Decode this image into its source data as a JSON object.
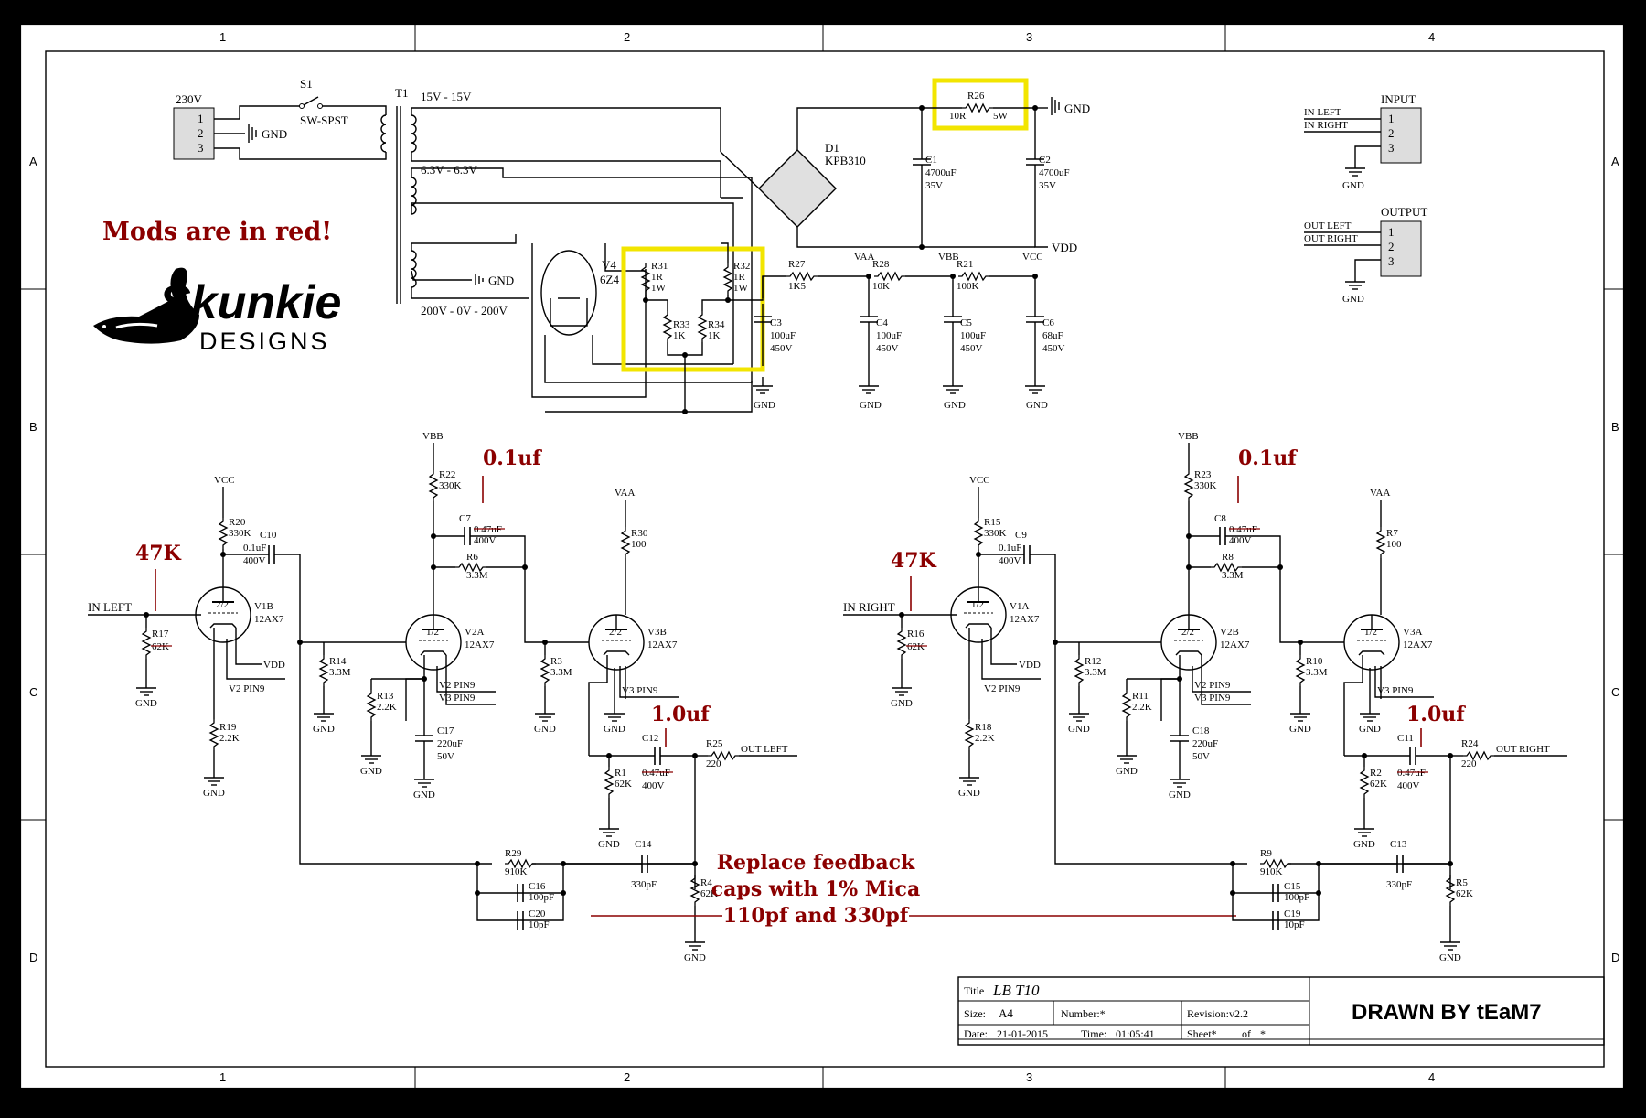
{
  "frame": {
    "columns": [
      "1",
      "2",
      "3",
      "4"
    ],
    "rows": [
      "A",
      "B",
      "C",
      "D"
    ]
  },
  "annotations": {
    "mods_note": "Mods are in red!",
    "r17_mod": "47K",
    "r16_mod": "47K",
    "c7_mod": "0.1uf",
    "c8_mod": "0.1uf",
    "c12_mod": "1.0uf",
    "c11_mod": "1.0uf",
    "feedback_line1": "Replace feedback",
    "feedback_line2": "caps with 1% Mica",
    "feedback_line3": "110pf and 330pf"
  },
  "logo": {
    "brand": "Skunkie",
    "sub": "DESIGNS"
  },
  "power": {
    "mains": "230V",
    "switch": "S1",
    "switch_type": "SW-SPST",
    "transformer": "T1",
    "tap1": "15V - 15V",
    "tap2": "6.3V - 6.3V",
    "tap3": "200V - 0V - 200V",
    "bridge": "D1",
    "bridge_type": "KPB310",
    "r26": "R26",
    "r26_val": "10R",
    "r26_w": "5W",
    "c1": "C1",
    "c1_val": "4700uF",
    "c1_v": "35V",
    "c2": "C2",
    "c2_val": "4700uF",
    "c2_v": "35V",
    "vdd": "VDD",
    "v4": "V4",
    "v4_type": "6Z4",
    "r31": "R31",
    "r31_val": "1R",
    "r31_w": "1W",
    "r32": "R32",
    "r32_val": "1R",
    "r32_w": "1W",
    "r33": "R33",
    "r33_val": "1K",
    "r34": "R34",
    "r34_val": "1K",
    "r27": "R27",
    "r27_val": "1K5",
    "r28": "R28",
    "r28_val": "10K",
    "r21": "R21",
    "r21_val": "100K",
    "vaa": "VAA",
    "vbb": "VBB",
    "vcc": "VCC",
    "c3": "C3",
    "c3_val": "100uF",
    "c3_v": "450V",
    "c4": "C4",
    "c4_val": "100uF",
    "c4_v": "450V",
    "c5": "C5",
    "c5_val": "100uF",
    "c5_v": "450V",
    "c6": "C6",
    "c6_val": "68uF",
    "c6_v": "450V",
    "gnd": "GND"
  },
  "connectors": {
    "input": "INPUT",
    "in_left": "IN LEFT",
    "in_right": "IN RIGHT",
    "output": "OUTPUT",
    "out_left": "OUT LEFT",
    "out_right": "OUT RIGHT",
    "pin1": "1",
    "pin2": "2",
    "pin3": "3"
  },
  "left_channel": {
    "in": "IN LEFT",
    "vcc": "VCC",
    "vbb": "VBB",
    "vaa": "VAA",
    "r20": "R20",
    "r20_val": "330K",
    "c10": "C10",
    "c10_val": "0.1uF",
    "c10_v": "400V",
    "v1b": "V1B",
    "v1b_type": "12AX7",
    "half1": "2/2",
    "r17": "R17",
    "r17_old": "62K",
    "vdd": "VDD",
    "v2pin9": "V2 PIN9",
    "v3pin9": "V3 PIN9",
    "r19": "R19",
    "r19_val": "2.2K",
    "r14": "R14",
    "r14_val": "3.3M",
    "r22": "R22",
    "r22_val": "330K",
    "c7": "C7",
    "c7_old": "0.47uF",
    "c7_v": "400V",
    "r6": "R6",
    "r6_val": "3.3M",
    "v2a": "V2A",
    "v2a_type": "12AX7",
    "half2": "1/2",
    "r13": "R13",
    "r13_val": "2.2K",
    "c17": "C17",
    "c17_val": "220uF",
    "c17_v": "50V",
    "r3": "R3",
    "r3_val": "3.3M",
    "r30": "R30",
    "r30_val": "100",
    "v3b": "V3B",
    "v3b_type": "12AX7",
    "half3": "2/2",
    "c12": "C12",
    "c12_old": "0.47uF",
    "c12_v": "400V",
    "r25": "R25",
    "r25_val": "220",
    "out": "OUT LEFT",
    "r1": "R1",
    "r1_val": "62K",
    "r29": "R29",
    "r29_val": "910K",
    "c16": "C16",
    "c16_val": "100pF",
    "c20": "C20",
    "c20_val": "10pF",
    "c14": "C14",
    "c14_val": "330pF",
    "r4": "R4",
    "r4_val": "62K"
  },
  "right_channel": {
    "in": "IN RIGHT",
    "vcc": "VCC",
    "vbb": "VBB",
    "vaa": "VAA",
    "r15": "R15",
    "r15_val": "330K",
    "c9": "C9",
    "c9_val": "0.1uF",
    "c9_v": "400V",
    "v1a": "V1A",
    "v1a_type": "12AX7",
    "half1": "1/2",
    "r16": "R16",
    "r16_old": "62K",
    "vdd": "VDD",
    "v2pin9": "V2 PIN9",
    "v3pin9": "V3 PIN9",
    "r18": "R18",
    "r18_val": "2.2K",
    "r12": "R12",
    "r12_val": "3.3M",
    "r23": "R23",
    "r23_val": "330K",
    "c8": "C8",
    "c8_old": "0.47uF",
    "c8_v": "400V",
    "r8": "R8",
    "r8_val": "3.3M",
    "v2b": "V2B",
    "v2b_type": "12AX7",
    "half2": "2/2",
    "r11": "R11",
    "r11_val": "2.2K",
    "c18": "C18",
    "c18_val": "220uF",
    "c18_v": "50V",
    "r10": "R10",
    "r10_val": "3.3M",
    "r7": "R7",
    "r7_val": "100",
    "v3a": "V3A",
    "v3a_type": "12AX7",
    "half3": "1/2",
    "c11": "C11",
    "c11_old": "0.47uF",
    "c11_v": "400V",
    "r24": "R24",
    "r24_val": "220",
    "out": "OUT RIGHT",
    "r2": "R2",
    "r2_val": "62K",
    "r9": "R9",
    "r9_val": "910K",
    "c15": "C15",
    "c15_val": "100pF",
    "c19": "C19",
    "c19_val": "10pF",
    "c13": "C13",
    "c13_val": "330pF",
    "r5": "R5",
    "r5_val": "62K"
  },
  "title_block": {
    "title_label": "Title",
    "title": "LB T10",
    "size_label": "Size:",
    "size": "A4",
    "number": "Number:*",
    "revision": "Revision:v2.2",
    "date_label": "Date:",
    "date": "21-01-2015",
    "time_label": "Time:",
    "time": "01:05:41",
    "sheet": "Sheet*",
    "of": "of",
    "of_val": "*",
    "drawn_by": "DRAWN BY tEaM7"
  }
}
